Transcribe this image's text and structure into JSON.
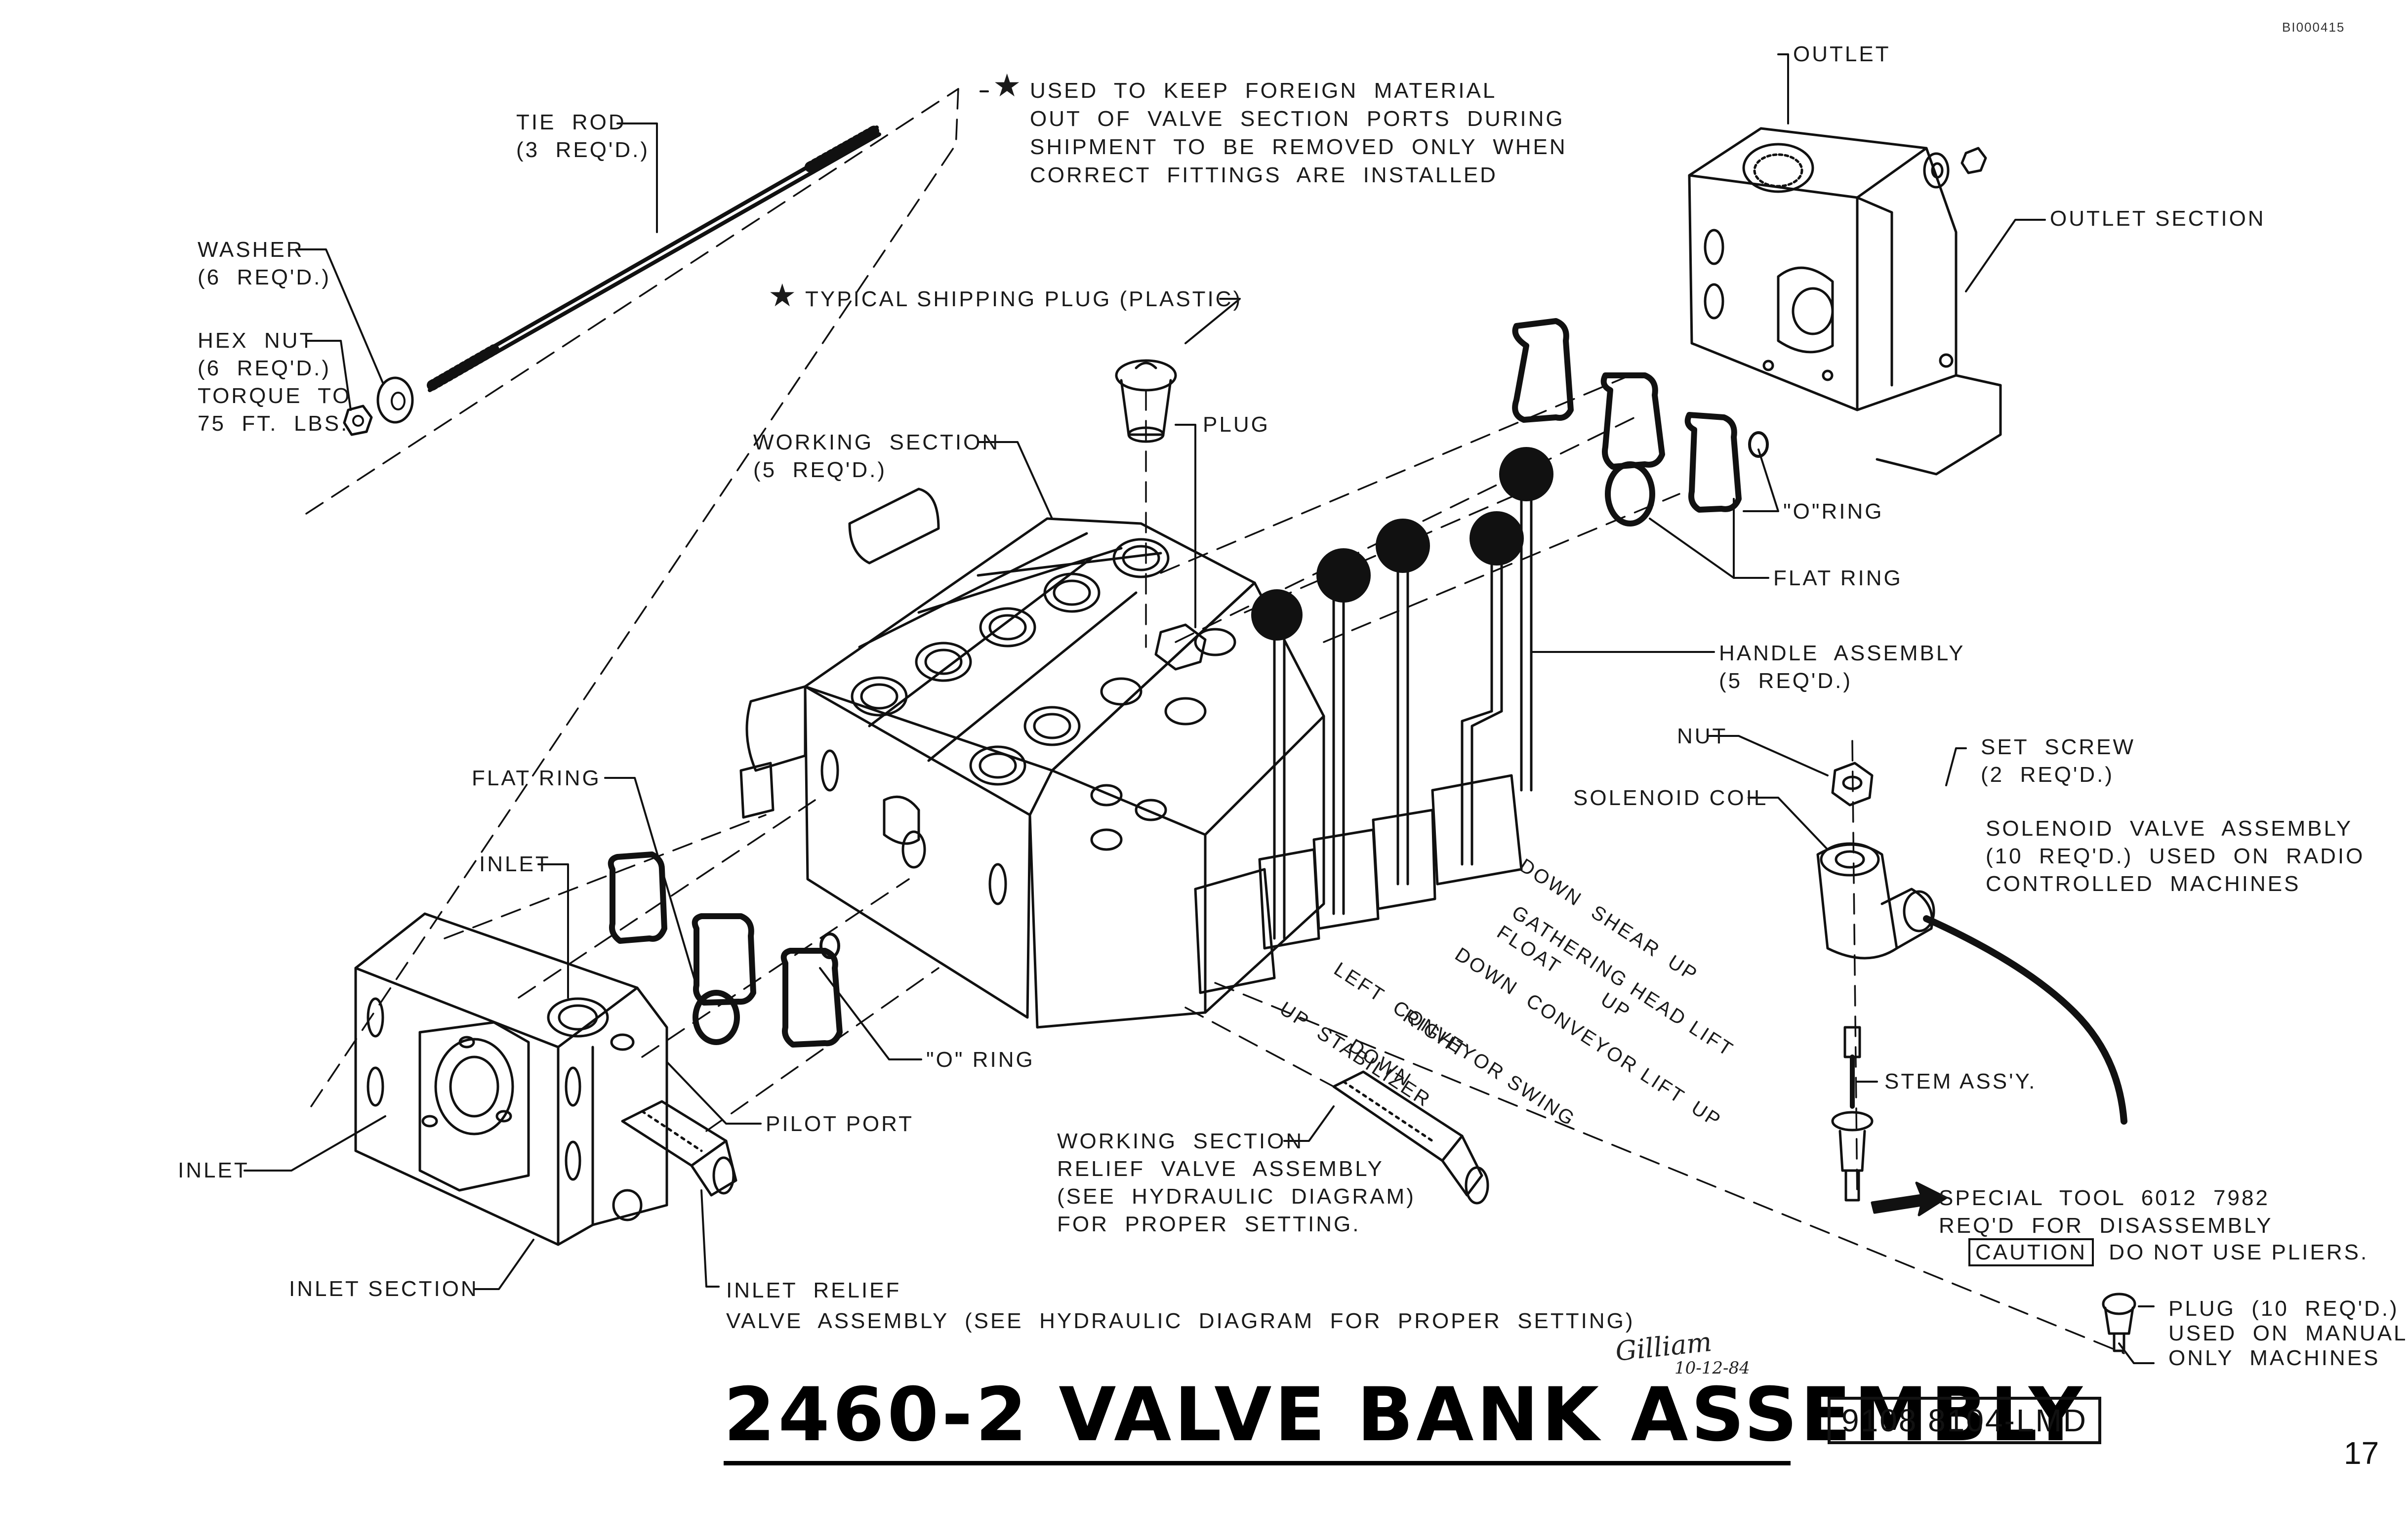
{
  "doc_id": "BI000415",
  "page_number": "17",
  "title": "2460-2  VALVE BANK ASSEMBLY",
  "part_number": "9108 8104-LMD",
  "signature": {
    "name": "Gilliam",
    "date": "10-12-84"
  },
  "labels": {
    "outlet": "OUTLET",
    "outlet_section": "OUTLET SECTION",
    "star_note": "USED  TO  KEEP  FOREIGN  MATERIAL\nOUT  OF  VALVE  SECTION  PORTS  DURING\nSHIPMENT  TO  BE  REMOVED  ONLY  WHEN\nCORRECT  FITTINGS  ARE  INSTALLED",
    "shipping_plug": "TYPICAL  SHIPPING  PLUG  (PLASTIC)",
    "tie_rod": "TIE  ROD\n(3  REQ'D.)",
    "washer": "WASHER\n(6  REQ'D.)",
    "hex_nut": "HEX  NUT\n(6  REQ'D.)\nTORQUE  TO\n75  FT.  LBS.",
    "plug": "PLUG",
    "working_section": "WORKING  SECTION\n(5  REQ'D.)",
    "o_ring_top": "\"O\"RING",
    "flat_ring_top": "FLAT  RING",
    "handle_assembly": "HANDLE  ASSEMBLY\n(5  REQ'D.)",
    "nut": "NUT",
    "set_screw": "SET  SCREW\n(2  REQ'D.)",
    "solenoid_coil": "SOLENOID  COIL",
    "solenoid_valve_assembly": "SOLENOID  VALVE  ASSEMBLY\n(10  REQ'D.)  USED  ON  RADIO\nCONTROLLED  MACHINES",
    "flat_ring_left": "FLAT  RING",
    "inlet_upper": "INLET",
    "o_ring_bottom": "\"O\"  RING",
    "pilot_port": "PILOT  PORT",
    "inlet_left": "INLET",
    "inlet_section": "INLET  SECTION",
    "inlet_relief": "INLET  RELIEF\nVALVE  ASSEMBLY  (SEE  HYDRAULIC  DIAGRAM  FOR  PROPER  SETTING)",
    "working_relief": "WORKING  SECTION\nRELIEF  VALVE  ASSEMBLY\n(SEE  HYDRAULIC  DIAGRAM)\nFOR  PROPER  SETTING.",
    "stem_assy": "STEM  ASS'Y.",
    "special_tool": "SPECIAL  TOOL  6012  7982\nREQ'D  FOR  DISASSEMBLY",
    "caution": "CAUTION",
    "caution_text": "DO  NOT  USE  PLIERS.",
    "plug_manual": "PLUG  (10  REQ'D.)\nUSED  ON  MANUAL\nONLY  MACHINES"
  },
  "function_labels": {
    "shear": "SHEAR",
    "shear_down": "DOWN",
    "shear_up": "UP",
    "gathering": "GATHERING  HEAD  LIFT",
    "gathering_float": "FLOAT",
    "gathering_up": "UP",
    "conveyor_lift": "CONVEYOR  LIFT",
    "conveyor_lift_down": "DOWN",
    "conveyor_lift_up": "UP",
    "conveyor_swing": "CONVEYOR  SWING",
    "conveyor_swing_left": "LEFT",
    "conveyor_swing_right": "RIGHT",
    "stabilizer": "STABILIZER",
    "stabilizer_up": "UP",
    "stabilizer_down": "DOWN"
  }
}
